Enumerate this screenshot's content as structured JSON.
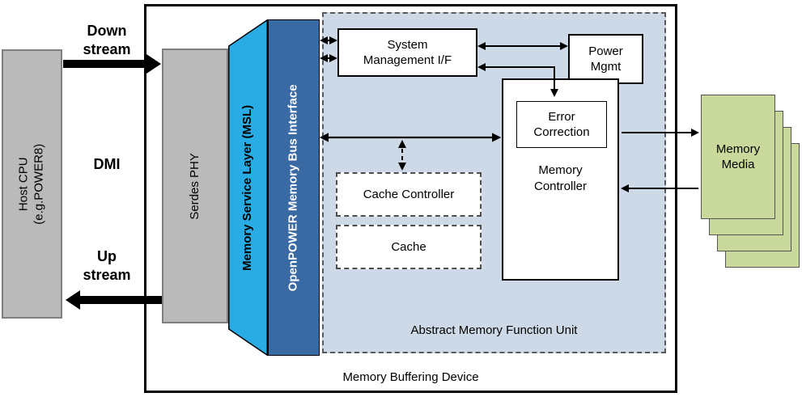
{
  "colors": {
    "gray_fill": "#bababa",
    "gray_border": "#7f7f7f",
    "msl_fill": "#29ace4",
    "openpower_fill": "#3a6aa4",
    "openpower_text": "#ffffff",
    "amfu_fill": "#cdd9e7",
    "green_fill": "#c9d89b",
    "arrow": "#000000"
  },
  "labels": {
    "host_cpu": "Host CPU\n(e.g.POWER8)",
    "downstream": "Down\nstream",
    "dmi": "DMI",
    "upstream": "Up\nstream",
    "serdes_phy": "Serdes PHY",
    "msl": "Memory Service Layer (MSL)",
    "openpower_bus": "OpenPOWER Memory Bus Interface",
    "system_management": "System\nManagement I/F",
    "power_mgmt": "Power\nMgmt",
    "error_correction": "Error\nCorrection",
    "memory_controller": "Memory\nController",
    "cache_controller": "Cache Controller",
    "cache": "Cache",
    "amfu": "Abstract Memory Function Unit",
    "device": "Memory Buffering Device",
    "memory_media": "Memory\nMedia"
  }
}
